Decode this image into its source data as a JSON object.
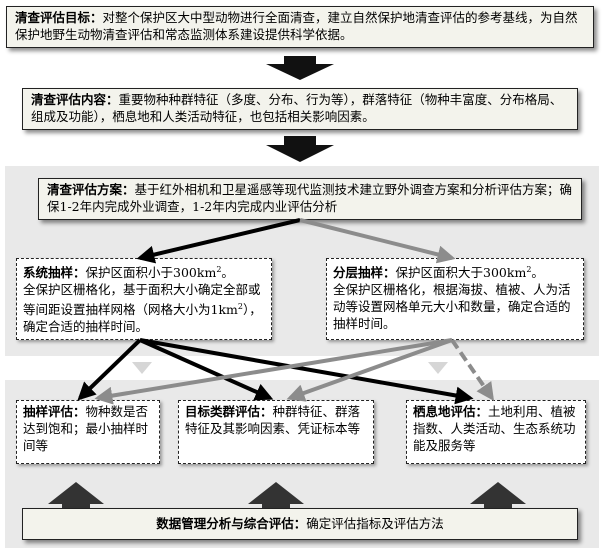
{
  "goal": {
    "label": "清查评估目标：",
    "text": "对整个保护区大中型动物进行全面清查，建立自然保护地清查评估的参考基线，为自然保护地野生动物清查评估和常态监测体系建设提供科学依据。"
  },
  "content": {
    "label": "清查评估内容：",
    "text": "重要物种种群特征（多度、分布、行为等），群落特征（物种丰富度、分布格局、组成及功能），栖息地和人类活动特征，也包括相关影响因素。"
  },
  "plan": {
    "label": "清查评估方案：",
    "text": "基于红外相机和卫星遥感等现代监测技术建立野外调查方案和分析评估方案；确保1-2年内完成外业调查，1-2年内完成内业评估分析"
  },
  "systematic": {
    "label": "系统抽样：",
    "line1": "保护区面积小于300km",
    "line1_sup": "2",
    "line1_end": "。",
    "text": "全保护区栅格化，基于面积大小确定全部或等间距设置抽样网格（网格大小为1km",
    "text_sup": "2",
    "text_end": "），确定合适的抽样时间。"
  },
  "stratified": {
    "label": "分层抽样：",
    "line1": "保护区面积大于300km",
    "line1_sup": "2",
    "line1_end": "。",
    "text": "全保护区栅格化，根据海拔、植被、人为活动等设置网格单元大小和数量，确定合适的抽样时间。"
  },
  "sampling_eval": {
    "label": "抽样评估：",
    "text": "物种数是否达到饱和；最小抽样时间等"
  },
  "group_eval": {
    "label": "目标类群评估：",
    "text": "种群特征、群落特征及其影响因素、凭证标本等"
  },
  "habitat_eval": {
    "label": "栖息地评估：",
    "text": "土地利用、植被指数、人类活动、生态系统功能及服务等"
  },
  "data_mgmt": {
    "label": "数据管理分析与综合评估：",
    "text": "确定评估指标及评估方法"
  },
  "colors": {
    "black_arrow": "#000000",
    "gray_arrow": "#8c8c8c",
    "panel": "#e9e9e9",
    "box_fill": "#f3f3ec"
  }
}
